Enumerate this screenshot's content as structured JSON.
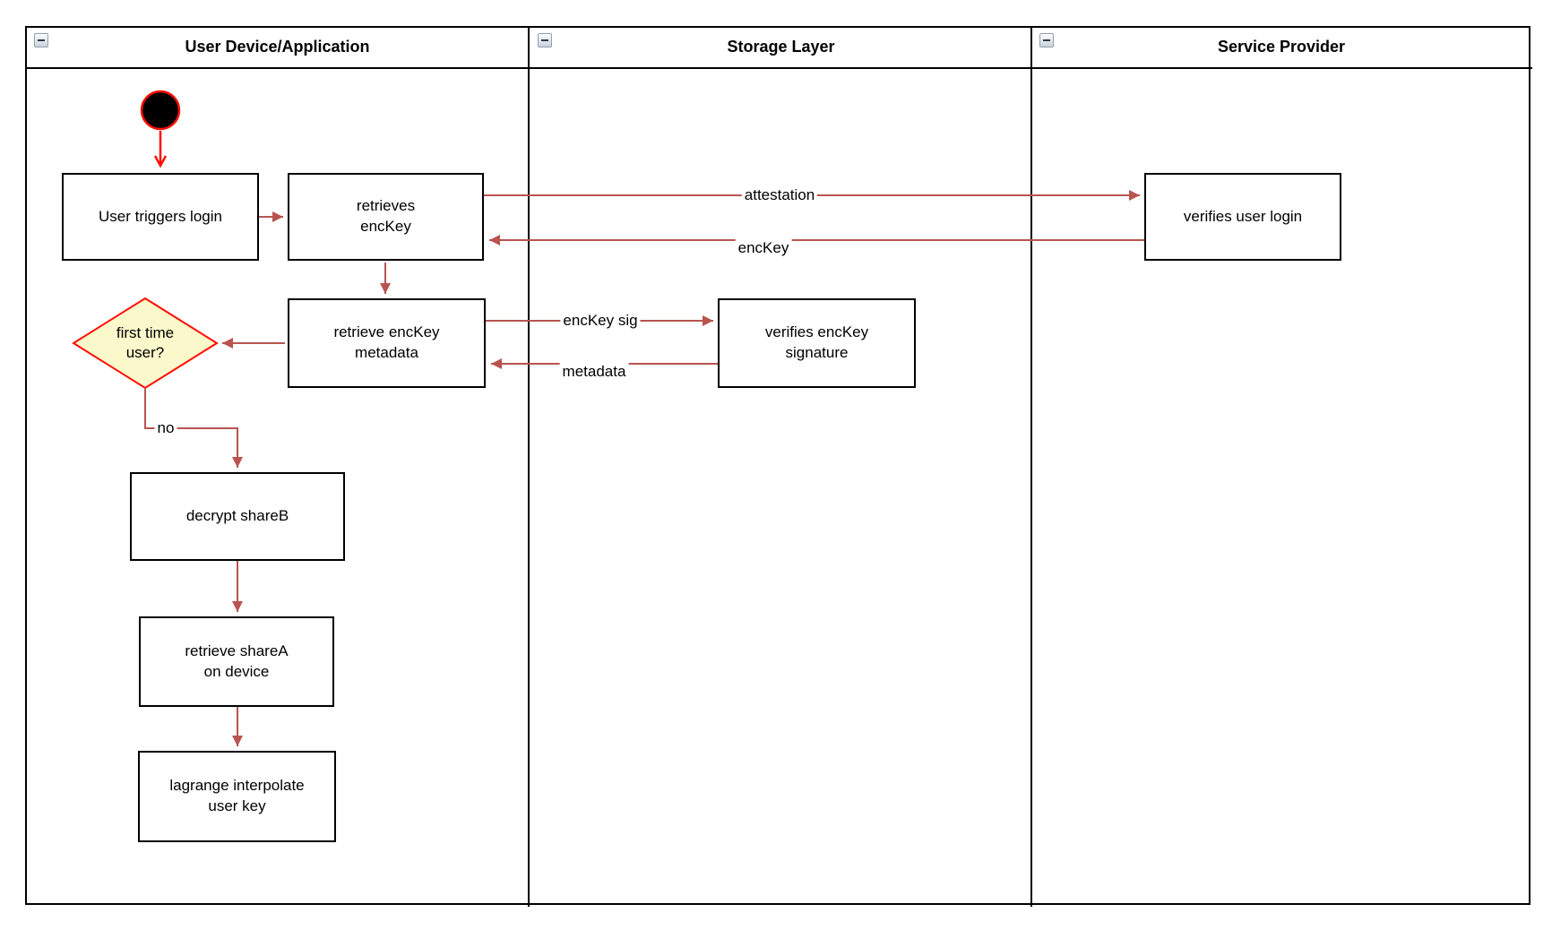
{
  "lanes": [
    {
      "title": "User Device/Application"
    },
    {
      "title": "Storage Layer"
    },
    {
      "title": "Service Provider"
    }
  ],
  "nodes": {
    "user_triggers_login": "User triggers login",
    "retrieves_enckey": "retrieves\nencKey",
    "verifies_user_login": "verifies user login",
    "retrieve_enckey_metadata": "retrieve encKey\nmetadata",
    "verifies_enckey_signature": "verifies encKey\nsignature",
    "first_time_user": "first time\nuser?",
    "decrypt_shareb": "decrypt shareB",
    "retrieve_sharea": "retrieve shareA\non device",
    "lagrange_interpolate": "lagrange interpolate\nuser key"
  },
  "edge_labels": {
    "attestation": "attestation",
    "enckey": "encKey",
    "enckey_sig": "encKey sig",
    "metadata": "metadata",
    "no": "no"
  },
  "colors": {
    "arrow": "#B85450",
    "start_arrow": "#FF0D00",
    "decision_fill": "#FBF8CB",
    "decision_border": "#FF0D00",
    "node_border": "#000000",
    "node_fill": "#FFFFFF",
    "lane_border": "#000000"
  }
}
